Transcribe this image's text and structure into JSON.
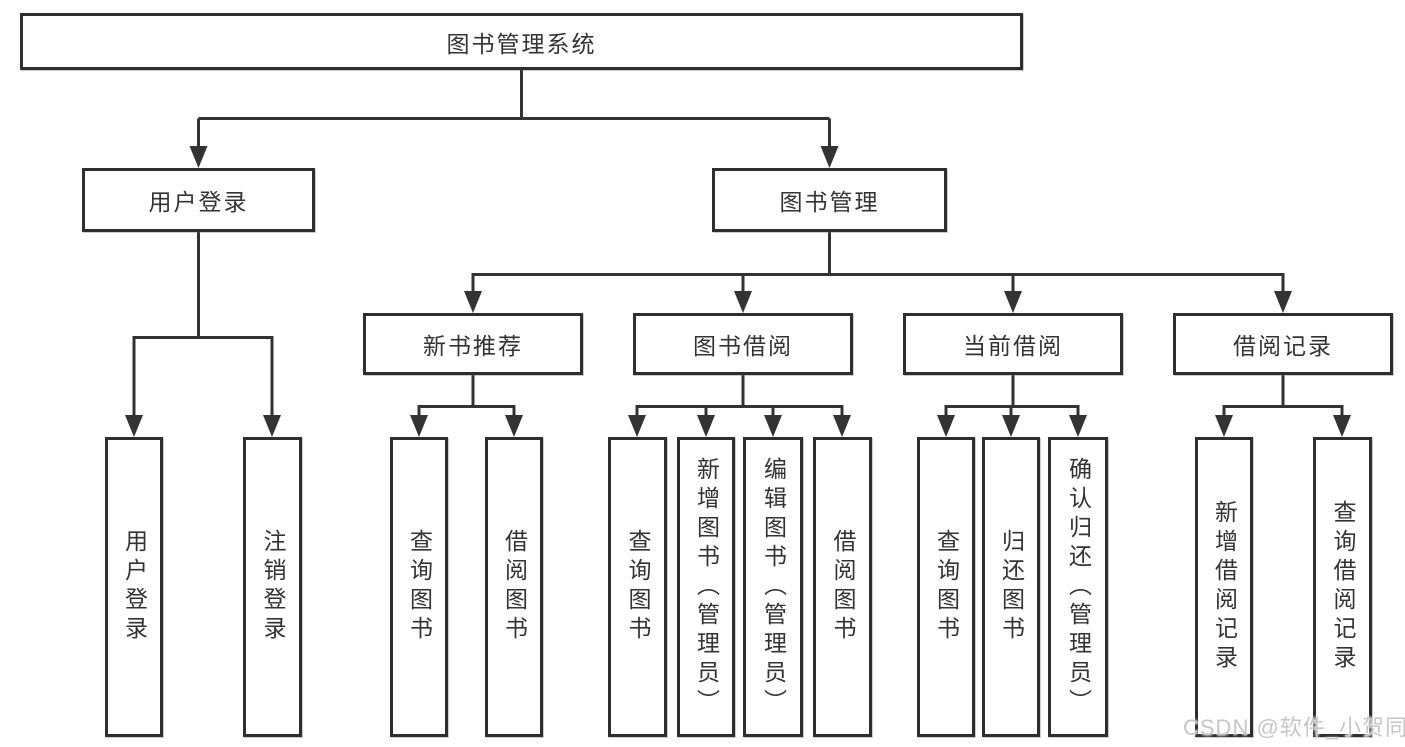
{
  "diagram": {
    "root": {
      "label": "图书管理系统"
    },
    "branches": [
      {
        "label": "用户登录",
        "children": [
          {
            "label": "用户登录"
          },
          {
            "label": "注销登录"
          }
        ]
      },
      {
        "label": "图书管理",
        "children": [
          {
            "label": "新书推荐",
            "children": [
              {
                "label": "查询图书"
              },
              {
                "label": "借阅图书"
              }
            ]
          },
          {
            "label": "图书借阅",
            "children": [
              {
                "label": "查询图书"
              },
              {
                "label": "新增图书（管理员）"
              },
              {
                "label": "编辑图书（管理员）"
              },
              {
                "label": "借阅图书"
              }
            ]
          },
          {
            "label": "当前借阅",
            "children": [
              {
                "label": "查询图书"
              },
              {
                "label": "归还图书"
              },
              {
                "label": "确认归还（管理员）"
              }
            ]
          },
          {
            "label": "借阅记录",
            "children": [
              {
                "label": "新增借阅记录"
              },
              {
                "label": "查询借阅记录"
              }
            ]
          }
        ]
      }
    ]
  },
  "watermark": {
    "text": "CSDN @软件_小贺同学"
  },
  "colors": {
    "line": "#333333",
    "box_border": "#2e2e2e",
    "text": "#333333",
    "watermark": "#c6c6c6",
    "background": "#ffffff"
  }
}
